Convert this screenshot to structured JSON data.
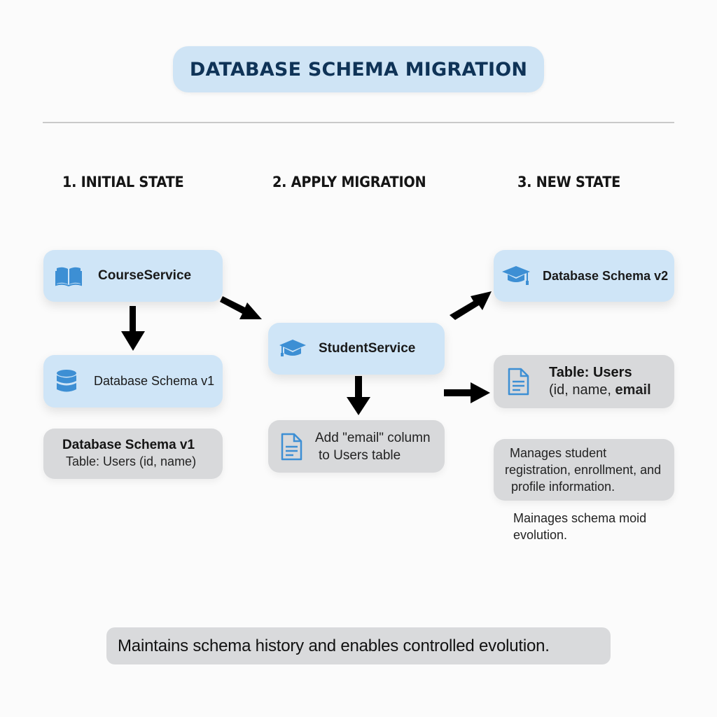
{
  "title": "DATABASE SCHEMA MIGRATION",
  "steps": [
    {
      "heading": "1. INITIAL STATE"
    },
    {
      "heading": "2. APPLY MIGRATION"
    },
    {
      "heading": "3. NEW STATE"
    }
  ],
  "nodes": {
    "course_service": {
      "label": "CourseService",
      "icon": "book-icon"
    },
    "schema_v1_node": {
      "label": "Database Schema v1",
      "icon": "database-icon"
    },
    "schema_v1_detail": {
      "title": "Database Schema v1",
      "body": "Table: Users (id, name)"
    },
    "student_service": {
      "label": "StudentService",
      "icon": "graduation-cap-icon"
    },
    "migration_step": {
      "line1": "Add \"email\" column",
      "line2": "to Users table",
      "icon": "document-icon"
    },
    "schema_v2_node": {
      "label": "Database Schema v2",
      "icon": "graduation-cap-icon"
    },
    "users_table_v2": {
      "line1": "Table: Users",
      "line2_prefix": "(id, name, ",
      "line2_bold": "email",
      "icon": "document-icon"
    },
    "student_desc": {
      "line1": "Manages student",
      "line2": "registration, enrollment, and",
      "line3": "profile information."
    },
    "schema_note": {
      "line1": "Mainages schema moid",
      "line2": "evolution."
    }
  },
  "footer": "Maintains schema history and enables controlled evolution.",
  "colors": {
    "title_bg": "#cfe4f5",
    "title_text": "#0f3357",
    "blue_box": "#cfe5f7",
    "gray_box": "#d8d9db",
    "icon_blue": "#3d8fd4",
    "arrow": "#000000"
  }
}
